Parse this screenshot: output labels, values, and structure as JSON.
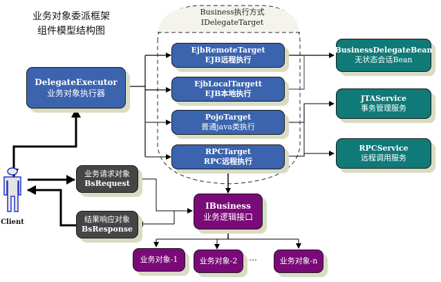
{
  "title": {
    "line1": "业务对象委派框架",
    "line2": "组件模型结构图"
  },
  "group": {
    "line1": "Business执行方式",
    "line2": "IDelegateTarget"
  },
  "executor": {
    "line1": "DelegateExecutor",
    "line2": "业务对象执行器"
  },
  "targets": [
    {
      "line1": "EjbRemoteTarget",
      "line2": "EJB远程执行"
    },
    {
      "line1": "EjbLocalTargett",
      "line2": "EJB本地执行"
    },
    {
      "line1": "PojoTarget",
      "line2": "普通java类执行"
    },
    {
      "line1": "RPCTarget",
      "line2": "RPC远程执行"
    }
  ],
  "services": [
    {
      "line1": "BusinessDelegateBean",
      "line2": "无状态会话Bean"
    },
    {
      "line1": "JTAService",
      "line2": "事务管理服务"
    },
    {
      "line1": "RPCService",
      "line2": "远程调用服务"
    }
  ],
  "request": {
    "line1": "业务请求对象",
    "line2": "BsRequest"
  },
  "response": {
    "line1": "结果响应对象",
    "line2": "BsResponse"
  },
  "ibusiness": {
    "line1": "IBusiness",
    "line2": "业务逻辑接口"
  },
  "business_objects": [
    "业务对象-1",
    "业务对象-2",
    "业务对象-n"
  ],
  "ellipsis": "…",
  "client": {
    "label": "Client",
    "icon": "user-figure-icon"
  },
  "colors": {
    "target_blue": "#3b63ae",
    "service_teal": "#0f7a78",
    "message_gray": "#454545",
    "business_purple": "#7a0a78",
    "shadow": "#d8dcc3"
  }
}
